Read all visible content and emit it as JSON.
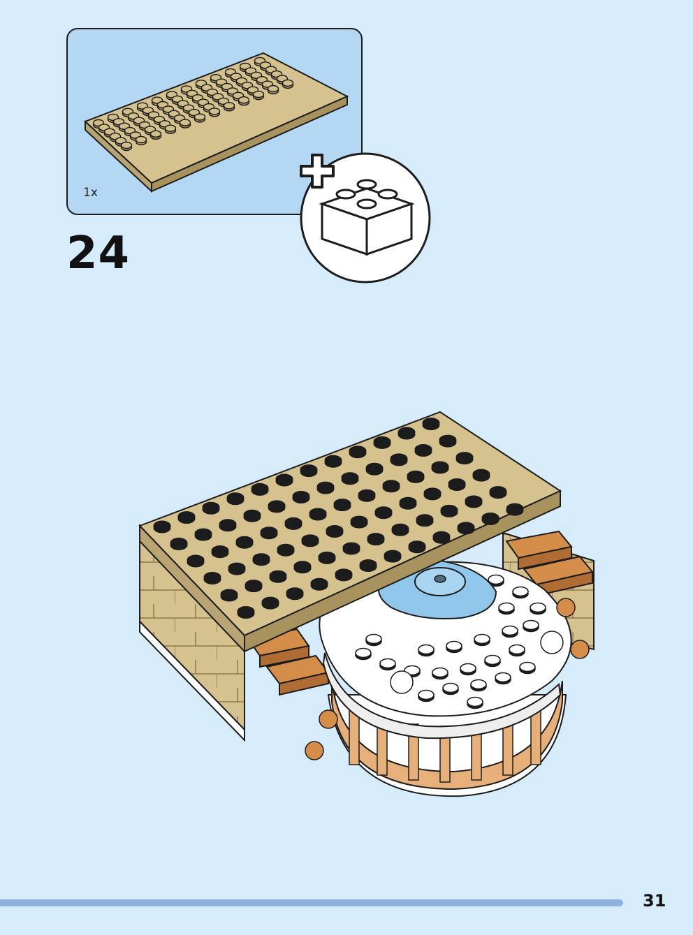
{
  "parts_callout": {
    "quantity": "1x",
    "part_icon": "tan-6x12-plate"
  },
  "step": {
    "number": "24"
  },
  "subassembly": {
    "icon": "plus-brick-icon"
  },
  "model": {
    "icon": "building-assembly-illustration"
  },
  "page": {
    "number": "31"
  },
  "colors": {
    "background": "#d7ecfb",
    "parts_box": "#b4d7f4",
    "tan": "#d6c28f",
    "tan_dark": "#a8935f",
    "copper": "#d58d4a",
    "light_blue": "#8fc6ea",
    "progress_bar": "#8eb1de"
  }
}
